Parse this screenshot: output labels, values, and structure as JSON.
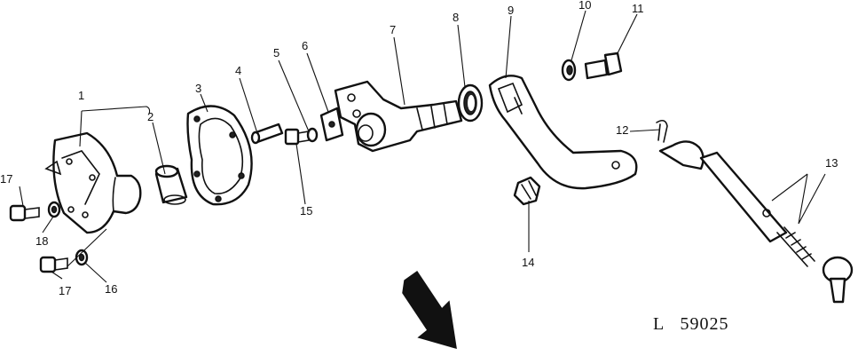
{
  "callouts": [
    {
      "id": "c1",
      "text": "1"
    },
    {
      "id": "c2",
      "text": "2"
    },
    {
      "id": "c3",
      "text": "3"
    },
    {
      "id": "c4",
      "text": "4"
    },
    {
      "id": "c5",
      "text": "5"
    },
    {
      "id": "c6",
      "text": "6"
    },
    {
      "id": "c7",
      "text": "7"
    },
    {
      "id": "c8",
      "text": "8"
    },
    {
      "id": "c9",
      "text": "9"
    },
    {
      "id": "c10",
      "text": "10"
    },
    {
      "id": "c11",
      "text": "11"
    },
    {
      "id": "c12",
      "text": "12"
    },
    {
      "id": "c13",
      "text": "13"
    },
    {
      "id": "c14",
      "text": "14"
    },
    {
      "id": "c15",
      "text": "15"
    },
    {
      "id": "c16",
      "text": "16"
    },
    {
      "id": "c17a",
      "text": "17"
    },
    {
      "id": "c17b",
      "text": "17"
    },
    {
      "id": "c18",
      "text": "18"
    }
  ],
  "reference_code": "L   59025",
  "direction_arrow": "arrow-icon"
}
